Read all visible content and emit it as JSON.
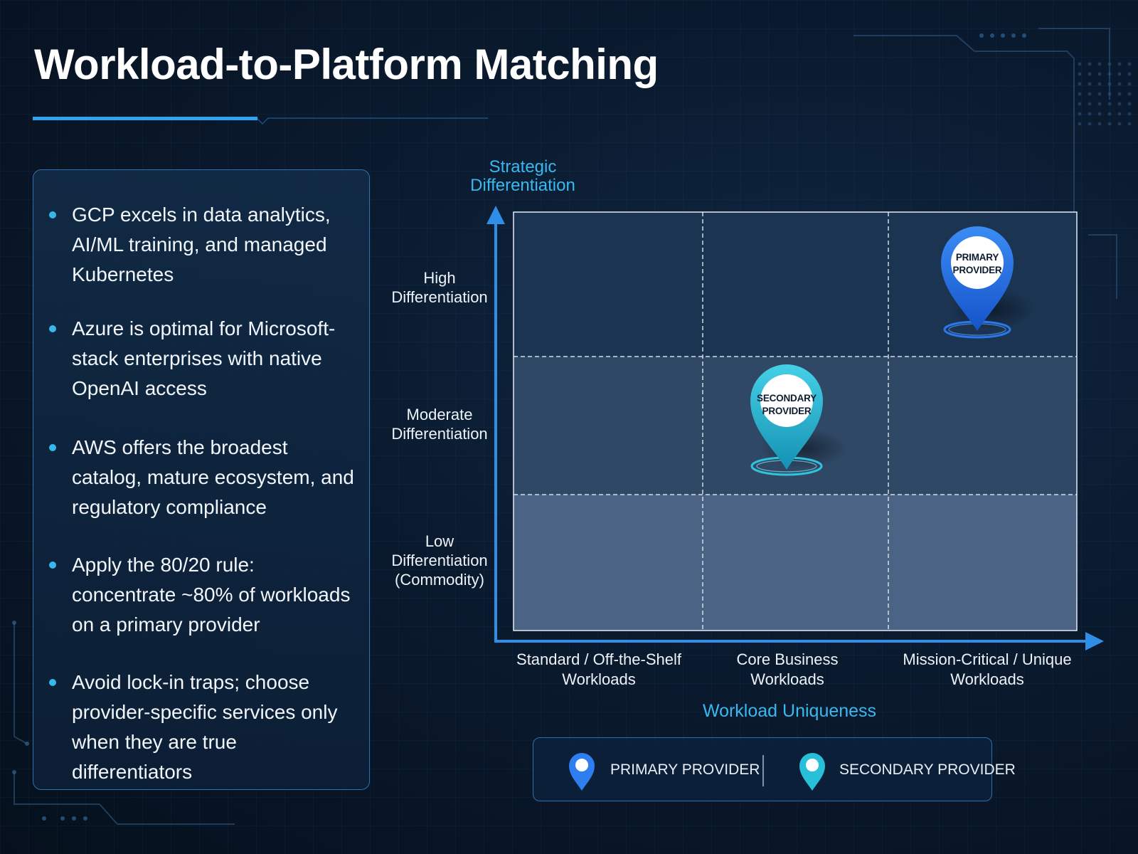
{
  "page": {
    "title": "Workload-to-Platform Matching"
  },
  "bullets": [
    "GCP excels in data analytics, AI/ML training, and managed Kubernetes",
    "Azure is optimal for Microsoft-stack enterprises with native OpenAI access",
    "AWS offers the broadest catalog, mature ecosystem, and regulatory compliance",
    "Apply the 80/20 rule: concentrate ~80% of workloads on a primary provider",
    "Avoid lock-in traps; choose provider-specific services only when they are true differentiators"
  ],
  "matrix": {
    "y_axis_title": [
      "Strategic",
      "Differentiation"
    ],
    "x_axis_title": "Workload Uniqueness",
    "rows": [
      {
        "lines": [
          "High",
          "Differentiation"
        ]
      },
      {
        "lines": [
          "Moderate",
          "Differentiation"
        ]
      },
      {
        "lines": [
          "Low",
          "Differentiation",
          "(Commodity)"
        ]
      }
    ],
    "columns": [
      {
        "lines": [
          "Standard / Off-the-Shelf",
          "Workloads"
        ]
      },
      {
        "lines": [
          "Core Business",
          "Workloads"
        ]
      },
      {
        "lines": [
          "Mission-Critical / Unique",
          "Workloads"
        ]
      }
    ],
    "markers": [
      {
        "name": "primary",
        "label_lines": [
          "Primary",
          "Provider"
        ],
        "row": "High Differentiation",
        "column": "Mission-Critical / Unique Workloads",
        "color": "#1f6fe5"
      },
      {
        "name": "secondary",
        "label_lines": [
          "Secondary",
          "Provider"
        ],
        "row": "Moderate Differentiation",
        "column": "Core Business Workloads",
        "color": "#23b9d6"
      }
    ]
  },
  "legend": {
    "primary_label": "Primary Provider",
    "secondary_label": "Secondary Provider"
  },
  "colors": {
    "background": "#0a1a2e",
    "accent": "#3ab8f0",
    "primary_pin": "#1f6fe5",
    "secondary_pin": "#23b9d6",
    "panel_border": "#2f6fb0"
  }
}
